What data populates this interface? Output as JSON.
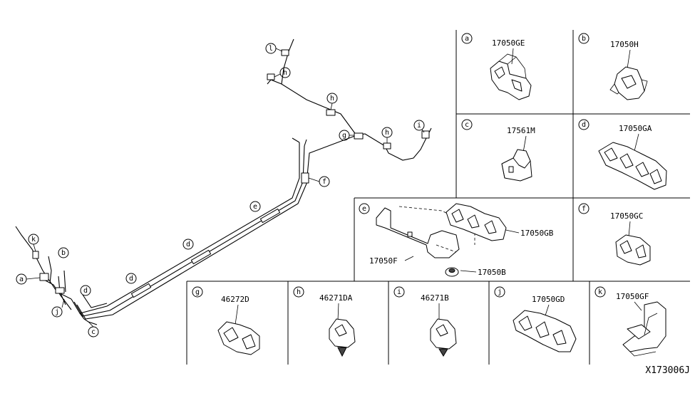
{
  "diagram_code": "X173006J",
  "callout_letters": [
    "a",
    "b",
    "c",
    "d",
    "e",
    "f",
    "g",
    "h",
    "i",
    "j",
    "k",
    "l"
  ],
  "panels": {
    "a": {
      "letter": "a",
      "part": "17050GE"
    },
    "b": {
      "letter": "b",
      "part": "17050H"
    },
    "c": {
      "letter": "c",
      "part": "17561M"
    },
    "d": {
      "letter": "d",
      "part": "17050GA"
    },
    "e": {
      "letter": "e",
      "part_1": "17050GB",
      "part_2": "17050F",
      "part_3": "17050B"
    },
    "f": {
      "letter": "f",
      "part": "17050GC"
    },
    "g": {
      "letter": "g",
      "part": "46272D"
    },
    "h": {
      "letter": "h",
      "part": "46271DA"
    },
    "i": {
      "letter": "i",
      "part": "46271B"
    },
    "j": {
      "letter": "j",
      "part": "17050GD"
    },
    "k": {
      "letter": "k",
      "part": "17050GF"
    }
  }
}
